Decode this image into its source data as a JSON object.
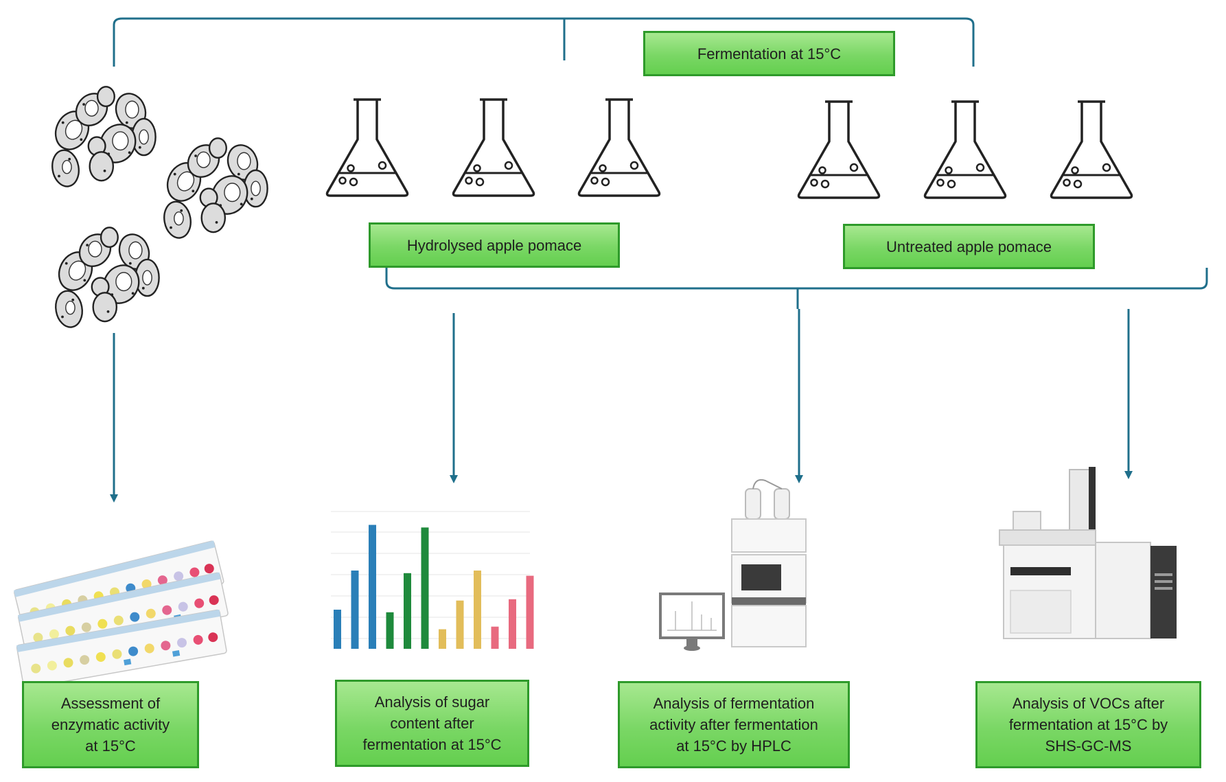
{
  "colors": {
    "connector": "#1f6f8b",
    "box_fill": "#7ad765",
    "box_border": "#2e9a2a",
    "outline": "#222222"
  },
  "icons": [
    "yeast-cells-icon",
    "erlenmeyer-flask-icon",
    "api-test-strips-icon",
    "bar-chart-icon",
    "hplc-instrument-icon",
    "gc-ms-instrument-icon"
  ],
  "labels": {
    "fermentation": "Fermentation at 15°C",
    "hydrolysed": "Hydrolysed apple pomace",
    "untreated": "Untreated apple pomace"
  },
  "outputs": [
    {
      "lines": [
        "Assessment of",
        "enzymatic activity",
        "at 15°C"
      ]
    },
    {
      "lines": [
        "Analysis of sugar",
        "content after",
        "fermentation at 15°C"
      ]
    },
    {
      "lines": [
        "Analysis of fermentation",
        "activity after fermentation",
        "at 15°C by HPLC"
      ]
    },
    {
      "lines": [
        "Analysis of VOCs after",
        "fermentation at 15°C by",
        "SHS-GC-MS"
      ]
    }
  ],
  "sugar_chart_bars": [
    {
      "value": 30,
      "color": "#2a7fb8"
    },
    {
      "value": 60,
      "color": "#2a7fb8"
    },
    {
      "value": 95,
      "color": "#2a7fb8"
    },
    {
      "value": 28,
      "color": "#1f8a3c"
    },
    {
      "value": 58,
      "color": "#1f8a3c"
    },
    {
      "value": 93,
      "color": "#1f8a3c"
    },
    {
      "value": 15,
      "color": "#e2bd5a"
    },
    {
      "value": 37,
      "color": "#e2bd5a"
    },
    {
      "value": 60,
      "color": "#e2bd5a"
    },
    {
      "value": 17,
      "color": "#e86a7f"
    },
    {
      "value": 38,
      "color": "#e86a7f"
    },
    {
      "value": 56,
      "color": "#e86a7f"
    }
  ]
}
